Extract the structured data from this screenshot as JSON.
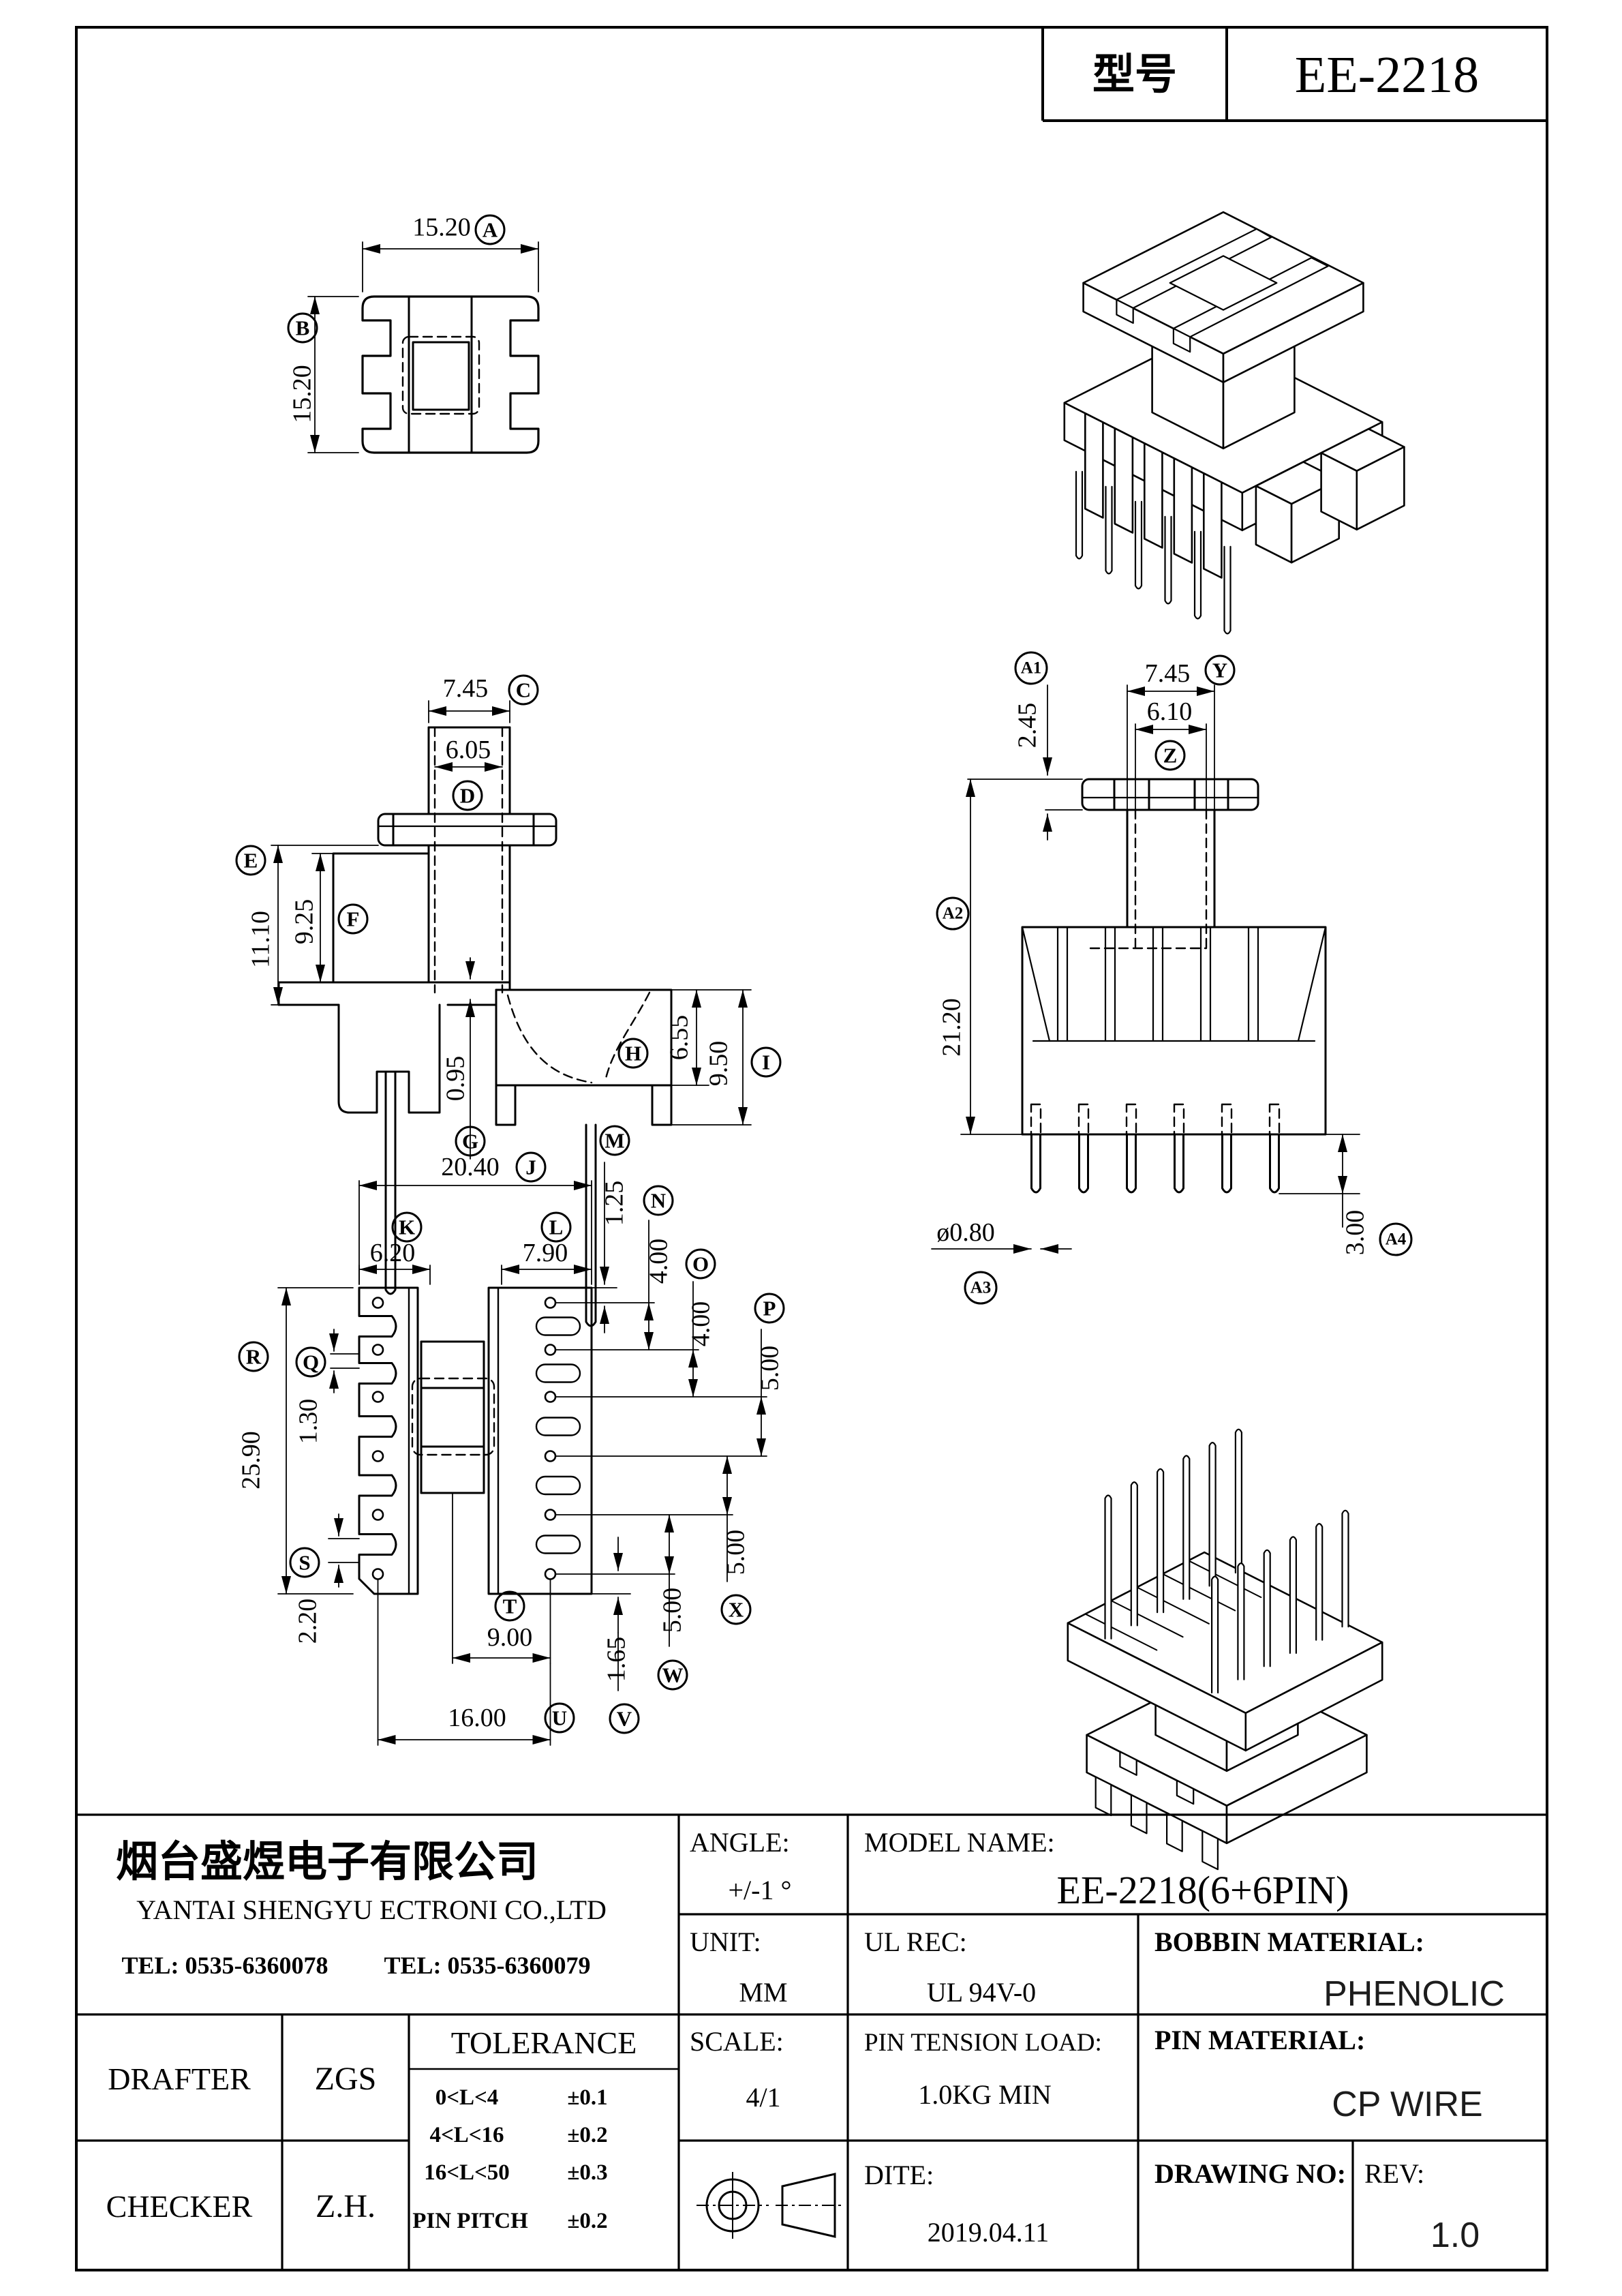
{
  "header": {
    "model_label": "型号",
    "model_value": "EE-2218"
  },
  "dims": {
    "A": {
      "id": "A",
      "value": "15.20"
    },
    "B": {
      "id": "B",
      "value": "15.20"
    },
    "C": {
      "id": "C",
      "value": "7.45"
    },
    "D": {
      "id": "D",
      "value": "6.05"
    },
    "E": {
      "id": "E",
      "value": "11.10"
    },
    "F": {
      "id": "F",
      "value": "9.25"
    },
    "G": {
      "id": "G",
      "value": "0.95"
    },
    "H": {
      "id": "H",
      "value": "6.55"
    },
    "I": {
      "id": "I",
      "value": "9.50"
    },
    "J": {
      "id": "J",
      "value": "20.40"
    },
    "K": {
      "id": "K",
      "value": "6.20"
    },
    "L": {
      "id": "L",
      "value": "7.90"
    },
    "M": {
      "id": "M",
      "value": "1.25"
    },
    "N": {
      "id": "N",
      "value": "4.00"
    },
    "O": {
      "id": "O",
      "value": "4.00"
    },
    "P": {
      "id": "P",
      "value": "5.00"
    },
    "Q": {
      "id": "Q",
      "value": "1.30"
    },
    "R": {
      "id": "R",
      "value": "25.90"
    },
    "S": {
      "id": "S",
      "value": "2.20"
    },
    "T": {
      "id": "T",
      "value": "9.00"
    },
    "U": {
      "id": "U",
      "value": "16.00"
    },
    "V": {
      "id": "V",
      "value": "1.65"
    },
    "W": {
      "id": "W",
      "value": "5.00"
    },
    "X": {
      "id": "X",
      "value": "5.00"
    },
    "Y": {
      "id": "Y",
      "value": "7.45"
    },
    "Z": {
      "id": "Z",
      "value": "6.10"
    },
    "A1": {
      "id": "A1",
      "value": "2.45"
    },
    "A2": {
      "id": "A2",
      "value": "21.20"
    },
    "A3": {
      "id": "A3",
      "value": "ø0.80"
    },
    "A4": {
      "id": "A4",
      "value": "3.00"
    }
  },
  "company": {
    "name_cn": "烟台盛煜电子有限公司",
    "name_en": "YANTAI SHENGYU ECTRONI CO.,LTD",
    "tel1": "TEL: 0535-6360078",
    "tel2": "TEL: 0535-6360079"
  },
  "titleblock": {
    "angle_label": "ANGLE:",
    "angle_value": "+/-1 °",
    "model_name_label": "MODEL NAME:",
    "model_name_value": "EE-2218(6+6PIN)",
    "unit_label": "UNIT:",
    "unit_value": "MM",
    "ul_label": "UL REC:",
    "ul_value": "UL 94V-0",
    "bobbin_label": "BOBBIN MATERIAL:",
    "bobbin_value": "PHENOLIC",
    "scale_label": "SCALE:",
    "scale_value": "4/1",
    "pin_load_label": "PIN TENSION LOAD:",
    "pin_load_value": "1.0KG MIN",
    "pin_mat_label": "PIN MATERIAL:",
    "pin_mat_value": "CP WIRE",
    "date_label": "DITE:",
    "date_value": "2019.04.11",
    "drawing_no_label": "DRAWING NO:",
    "drawing_no_value": "",
    "rev_label": "REV:",
    "rev_value": "1.0",
    "drafter_label": "DRAFTER",
    "drafter_value": "ZGS",
    "checker_label": "CHECKER",
    "checker_value": "Z.H.",
    "tolerance_title": "TOLERANCE",
    "tol1_range": "0<L<4",
    "tol1_val": "±0.1",
    "tol2_range": "4<L<16",
    "tol2_val": "±0.2",
    "tol3_range": "16<L<50",
    "tol3_val": "±0.3",
    "tol4_range": "PIN PITCH",
    "tol4_val": "±0.2"
  }
}
